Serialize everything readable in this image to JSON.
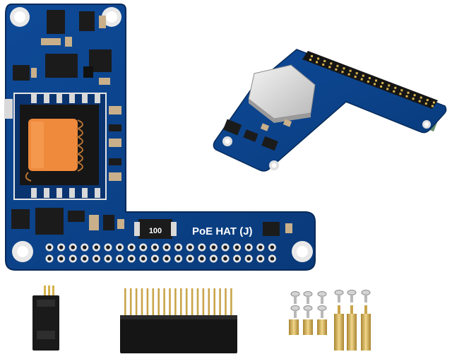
{
  "board": {
    "name": "PoE HAT (J)",
    "inductor_code": "100"
  },
  "colors": {
    "pcb": "#0b3f86",
    "pcb_edge": "#082e63",
    "copper_ring": "#e8e8e8",
    "transformer": "#ef8a3c",
    "brass": "#c9a54a",
    "header_black": "#1a1a1a"
  },
  "items": [
    {
      "icon": "poe-hat-board-top-view"
    },
    {
      "icon": "poe-hat-mounted-on-raspberry-pi"
    },
    {
      "icon": "fan-jumper-connector"
    },
    {
      "icon": "2x20-female-pin-header"
    },
    {
      "icon": "screws-and-standoffs"
    }
  ]
}
